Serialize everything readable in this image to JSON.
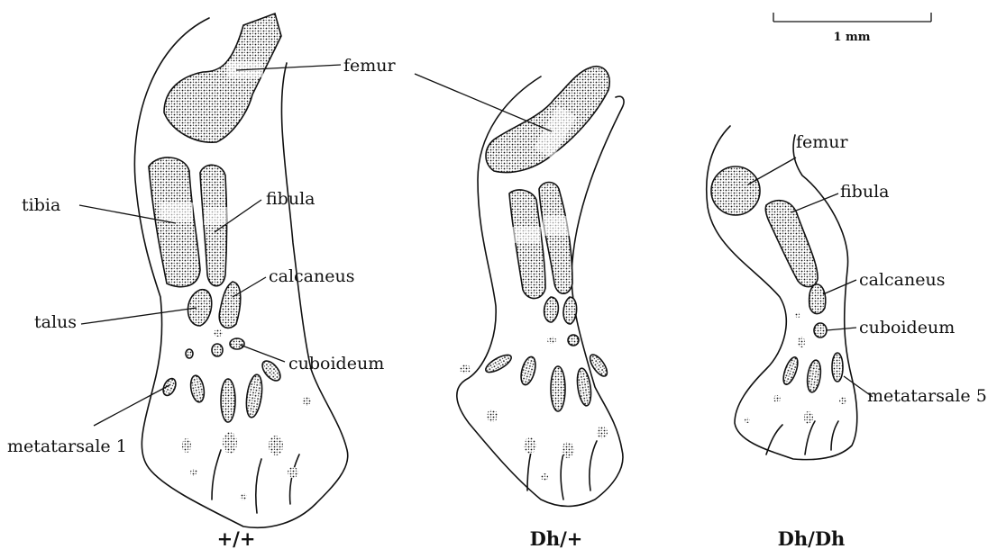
{
  "scale_bar": {
    "label": "1 mm"
  },
  "limbs": [
    {
      "genotype": "+/+",
      "labels": {
        "femur": "femur",
        "tibia": "tibia",
        "fibula": "fibula",
        "calcaneus": "calcaneus",
        "talus": "talus",
        "cuboideum": "cuboideum",
        "metatarsale": "metatarsale 1"
      }
    },
    {
      "genotype": "Dh/+",
      "labels": {}
    },
    {
      "genotype": "Dh/Dh",
      "labels": {
        "femur": "femur",
        "fibula": "fibula",
        "calcaneus": "calcaneus",
        "cuboideum": "cuboideum",
        "metatarsale": "metatarsale 5"
      }
    }
  ],
  "colors": {
    "ink": "#111111",
    "paper": "#ffffff"
  }
}
